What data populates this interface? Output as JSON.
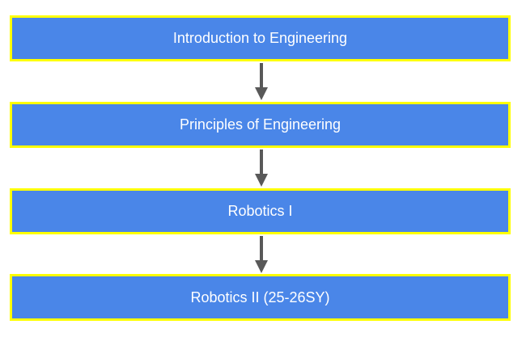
{
  "colors": {
    "box_fill": "#4a86e8",
    "box_border": "#ffff00",
    "box_text": "#ffffff",
    "arrow": "#595959"
  },
  "steps": [
    {
      "label": "Introduction to Engineering"
    },
    {
      "label": "Principles of Engineering"
    },
    {
      "label": "Robotics I"
    },
    {
      "label": "Robotics II (25-26SY)"
    }
  ],
  "connectors": [
    {
      "icon": "arrow-down-icon"
    },
    {
      "icon": "arrow-down-icon"
    },
    {
      "icon": "arrow-down-icon"
    }
  ]
}
